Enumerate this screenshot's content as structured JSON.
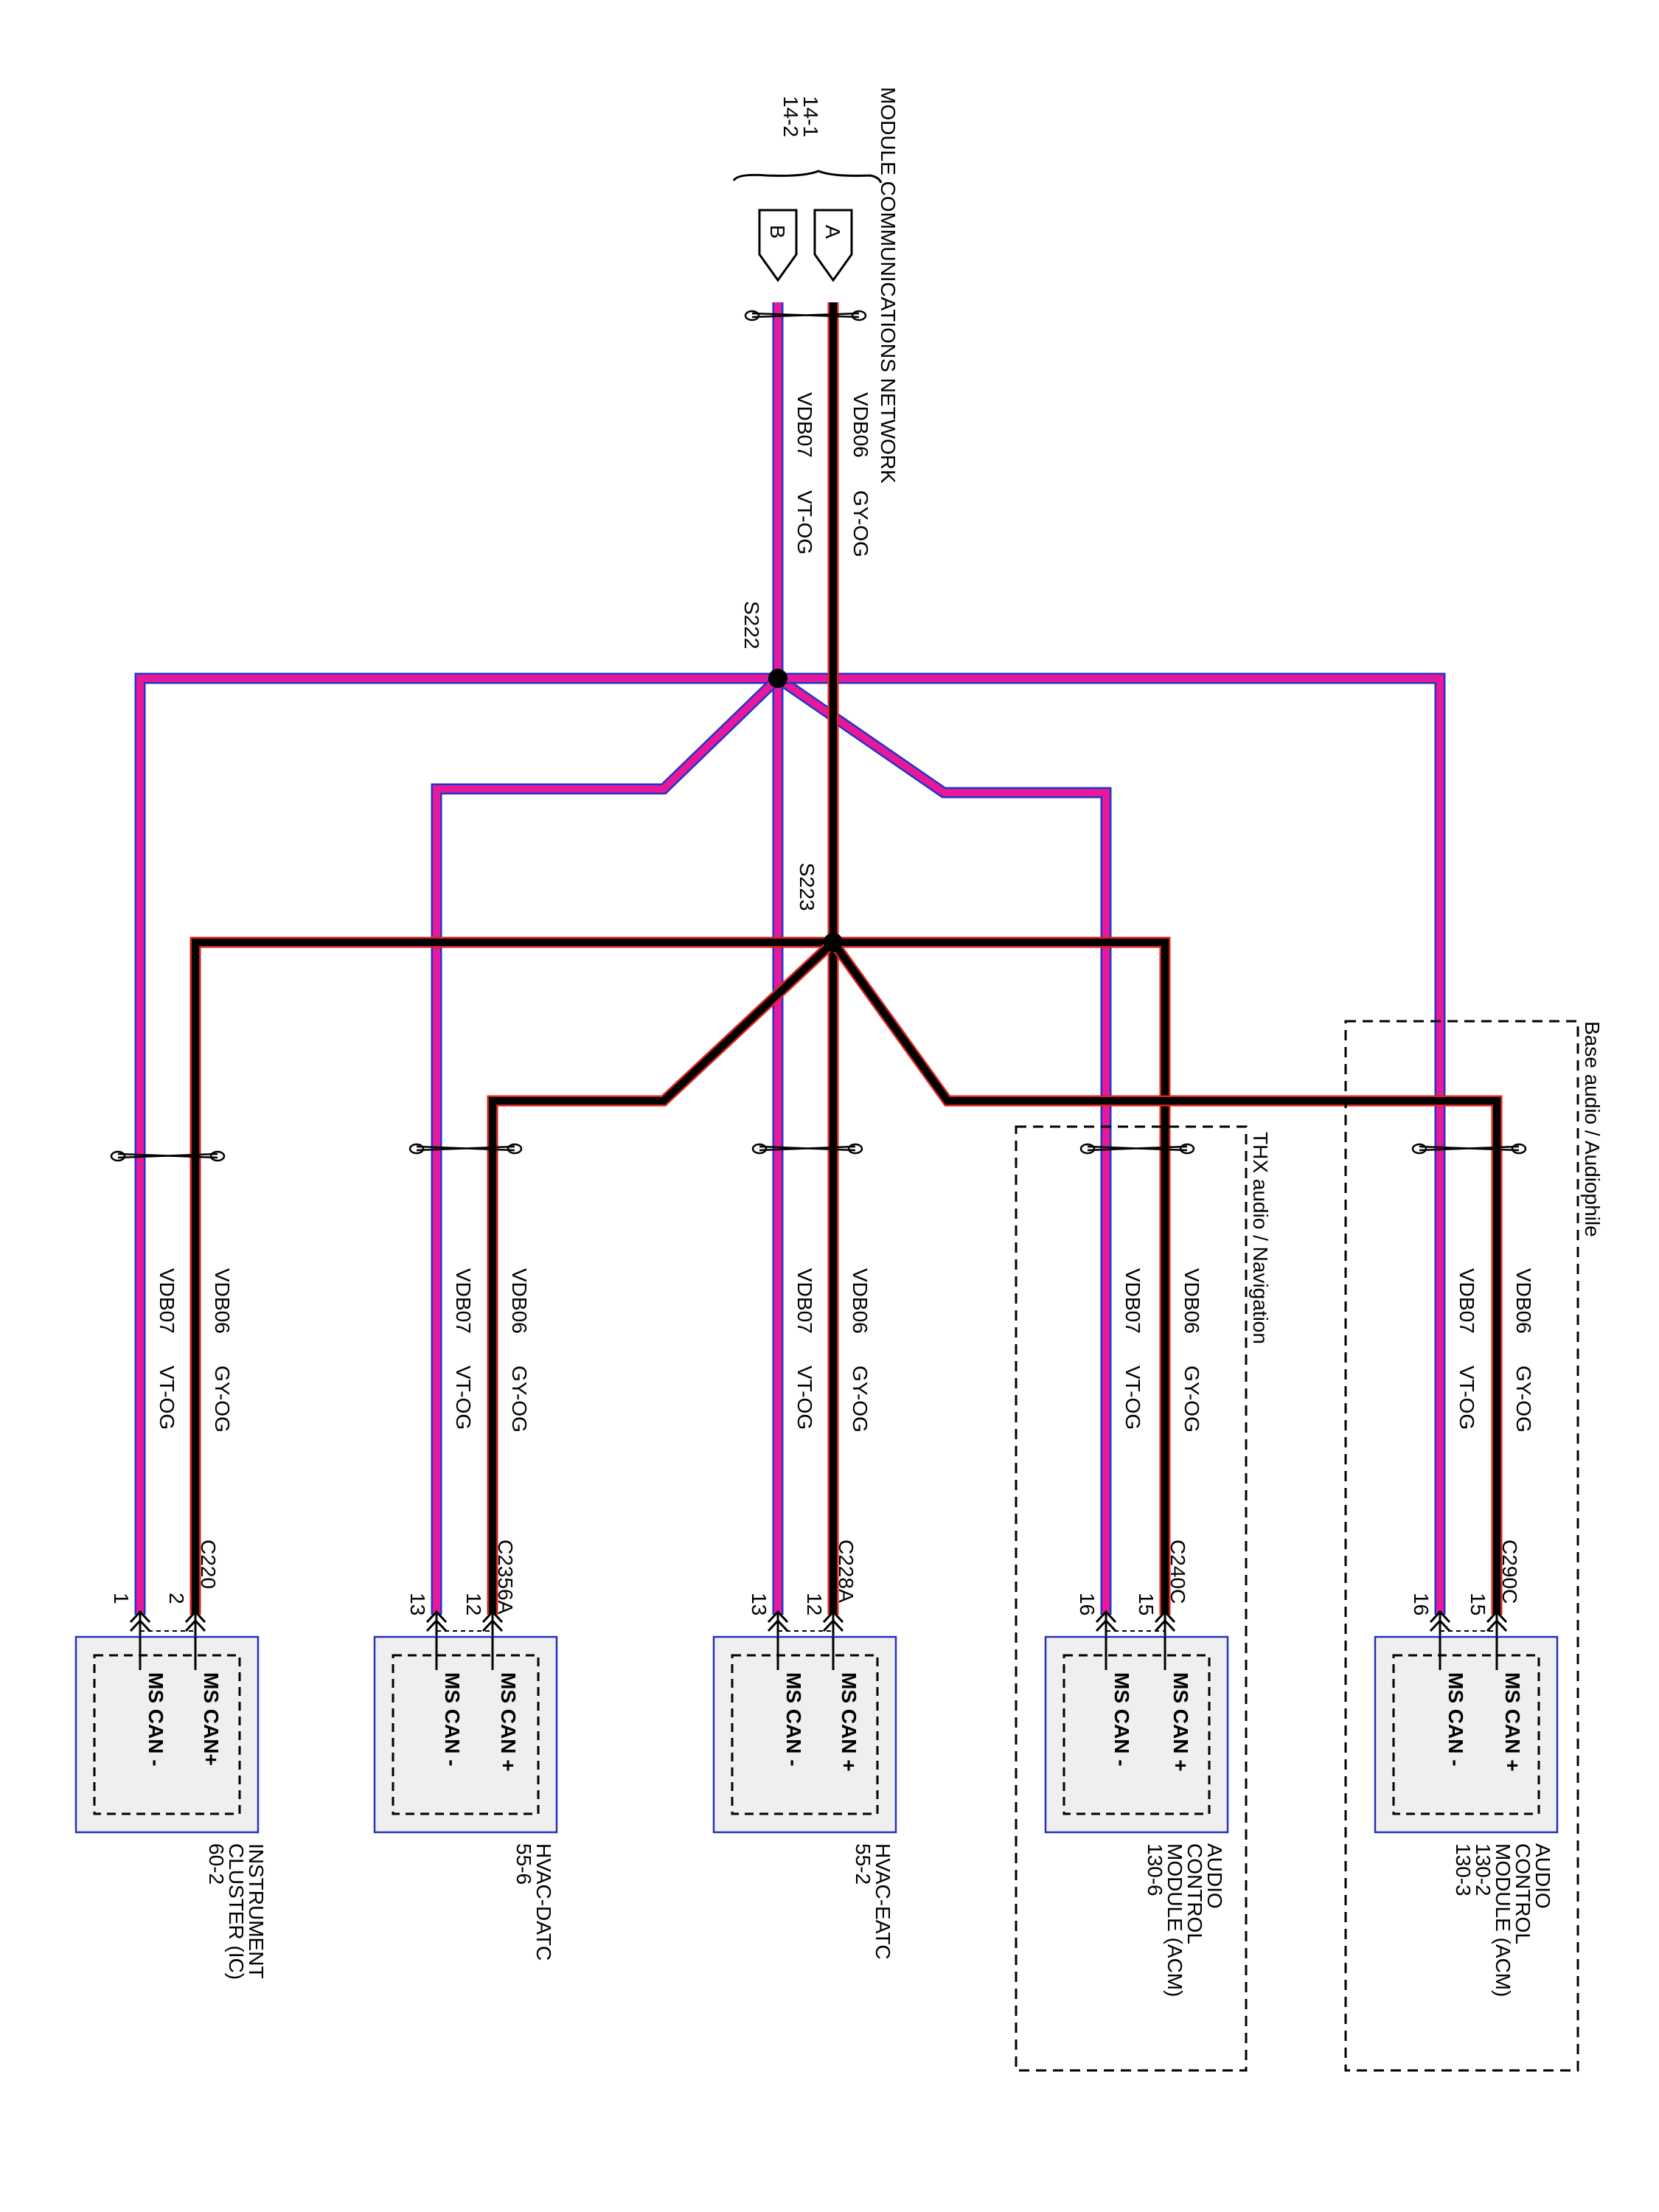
{
  "network": {
    "title": "MODULE COMMUNICATIONS NETWORK",
    "pages": [
      "14-1",
      "14-2"
    ],
    "connector_a": "A",
    "connector_b": "B"
  },
  "wires": {
    "can_plus": {
      "circuit": "VDB06",
      "color_code": "GY-OG",
      "stroke_main": "#000000",
      "stroke_trace": "#d9261c"
    },
    "can_minus": {
      "circuit": "VDB07",
      "color_code": "VT-OG",
      "stroke_main": "#e8189a",
      "stroke_trace": "#2233cc"
    }
  },
  "splices": {
    "minus": "S222",
    "plus": "S223"
  },
  "option_groups": {
    "thx": "THX audio / Navigation",
    "base": "Base audio / Audiophile"
  },
  "modules": [
    {
      "id": "ic",
      "connector": "C220",
      "pin_plus": "2",
      "pin_minus": "1",
      "label_plus": "MS CAN+",
      "label_minus": "MS CAN -",
      "name_lines": [
        "INSTRUMENT",
        "CLUSTER (IC)",
        "60-2"
      ]
    },
    {
      "id": "datc",
      "connector": "C2356A",
      "pin_plus": "12",
      "pin_minus": "13",
      "label_plus": "MS CAN +",
      "label_minus": "MS CAN -",
      "name_lines": [
        "HVAC-DATC",
        "55-6"
      ]
    },
    {
      "id": "eatc",
      "connector": "C228A",
      "pin_plus": "12",
      "pin_minus": "13",
      "label_plus": "MS CAN +",
      "label_minus": "MS CAN -",
      "name_lines": [
        "HVAC-EATC",
        "55-2"
      ]
    },
    {
      "id": "acm_thx",
      "connector": "C240C",
      "pin_plus": "15",
      "pin_minus": "16",
      "label_plus": "MS CAN +",
      "label_minus": "MS CAN -",
      "name_lines": [
        "AUDIO",
        "CONTROL",
        "MODULE (ACM)",
        "130-6"
      ]
    },
    {
      "id": "acm_base",
      "connector": "C290C",
      "pin_plus": "15",
      "pin_minus": "16",
      "label_plus": "MS CAN +",
      "label_minus": "MS CAN -",
      "name_lines": [
        "AUDIO",
        "CONTROL",
        "MODULE (ACM)",
        "130-2",
        "130-3"
      ]
    }
  ]
}
